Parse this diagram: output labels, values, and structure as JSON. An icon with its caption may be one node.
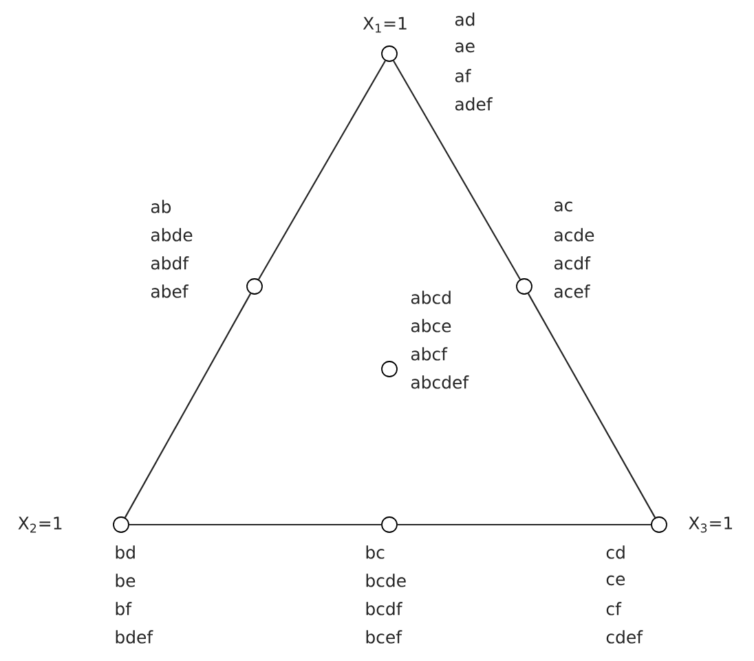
{
  "diagram": {
    "nodes": [
      {
        "text": [],
        "shape": "circle",
        "beside": [
          "X$_{1}$=1",
          "ad",
          "ae",
          "af",
          "adef"
        ]
      },
      {
        "text": [],
        "shape": "circle",
        "beside": [
          "ab",
          "abde",
          "abdf",
          "abef"
        ]
      },
      {
        "text": [],
        "shape": "circle",
        "beside": [
          "ac",
          "acde",
          "acdf",
          "acef"
        ]
      },
      {
        "text": [],
        "shape": "circle",
        "beside": [
          "abcd",
          "abce",
          "abcf",
          "abcdef"
        ]
      },
      {
        "text": [],
        "shape": "circle",
        "beside": [
          "X$_{2}$=1",
          "bd",
          "be",
          "bf",
          "bdef"
        ]
      },
      {
        "text": [],
        "shape": "circle",
        "beside": [
          "bc",
          "bcde",
          "bcdf",
          "bcef"
        ]
      },
      {
        "text": [],
        "shape": "circle",
        "beside": [
          "X$_{3}$=1",
          "cd",
          "ce",
          "cf",
          "cdef"
        ]
      }
    ],
    "edges": [
      {
        "from": 0,
        "to": 1,
        "arrow": "none"
      },
      {
        "from": 1,
        "to": 4,
        "arrow": "none"
      },
      {
        "from": 4,
        "to": 5,
        "arrow": "none"
      },
      {
        "from": 5,
        "to": 6,
        "arrow": "none"
      },
      {
        "from": 6,
        "to": 2,
        "arrow": "none"
      },
      {
        "from": 2,
        "to": 0,
        "arrow": "none"
      }
    ]
  }
}
